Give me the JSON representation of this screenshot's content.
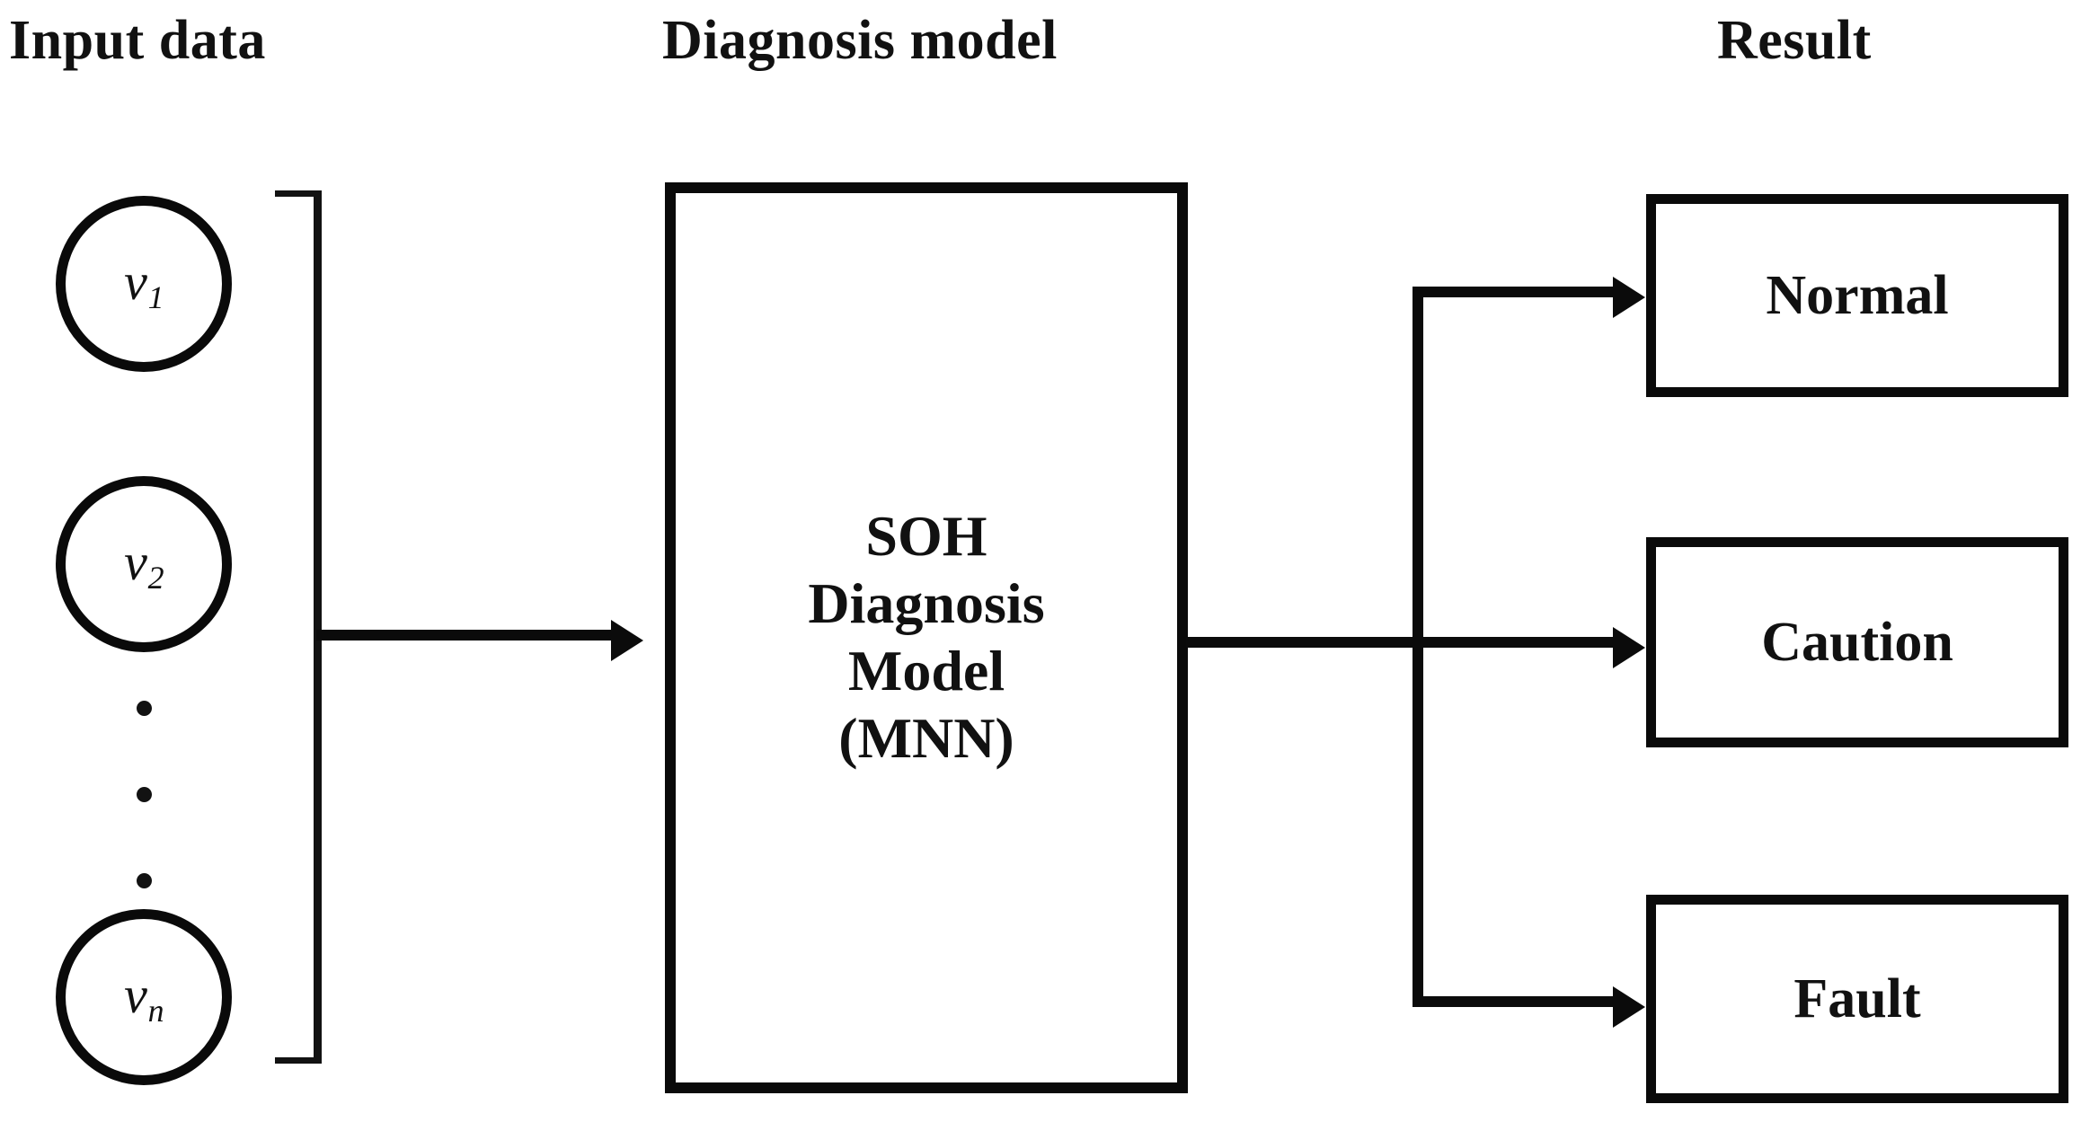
{
  "headers": {
    "input": "Input data",
    "model": "Diagnosis model",
    "result": "Result"
  },
  "input_nodes": [
    {
      "name": "v",
      "subscript": "1",
      "full": "v1"
    },
    {
      "name": "v",
      "subscript": "2",
      "full": "v2"
    },
    {
      "name": "v",
      "subscript": "n",
      "full": "vn"
    }
  ],
  "ellipsis": "⋮",
  "model": {
    "lines": [
      "SOH",
      "Diagnosis",
      "Model",
      "(MNN)"
    ]
  },
  "results": [
    {
      "label": "Normal"
    },
    {
      "label": "Caution"
    },
    {
      "label": "Fault"
    }
  ],
  "colors": {
    "stroke": "#0a0a0a",
    "text": "#111111",
    "background": "#ffffff"
  }
}
